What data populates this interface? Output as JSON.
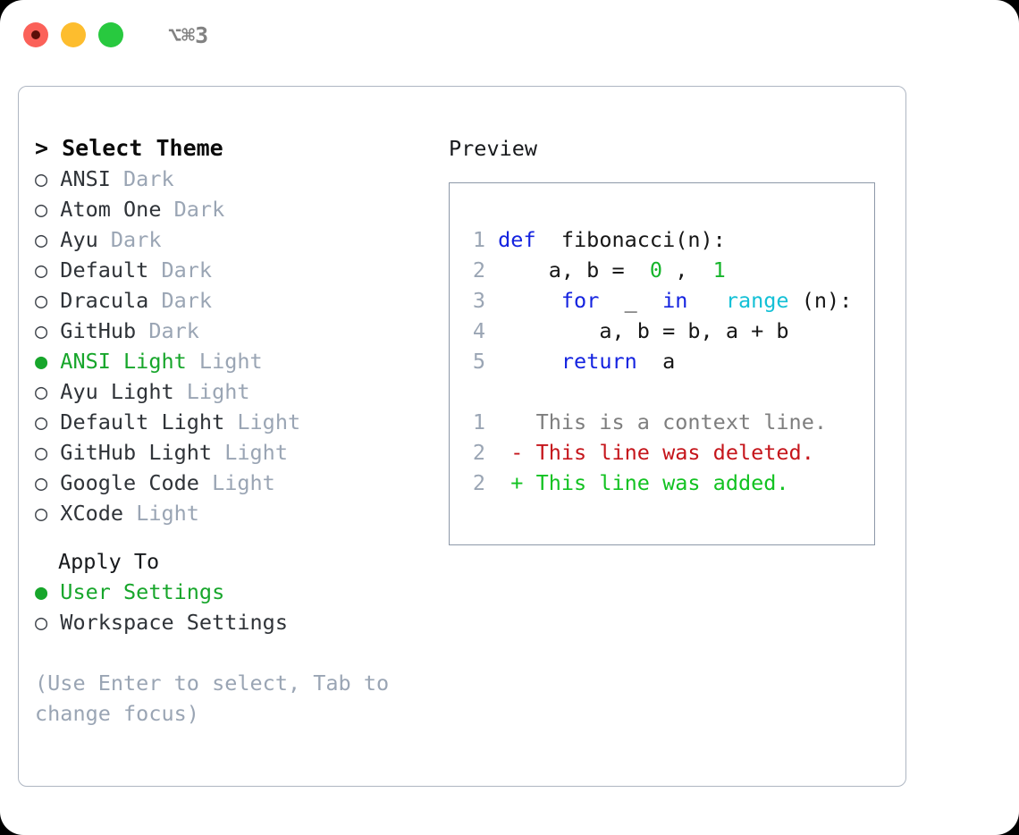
{
  "titlebar": {
    "shortcut": "⌥⌘3",
    "buttons": [
      {
        "name": "close",
        "color": "#fb6159"
      },
      {
        "name": "minimize",
        "color": "#fdbd2e"
      },
      {
        "name": "maximize",
        "color": "#28c93f"
      }
    ]
  },
  "theme_picker": {
    "header": "> Select Theme",
    "bullet_selected": "●",
    "bullet_unselected": "○",
    "items": [
      {
        "name": "ANSI",
        "kind": "Dark",
        "selected": false
      },
      {
        "name": "Atom One",
        "kind": "Dark",
        "selected": false
      },
      {
        "name": "Ayu",
        "kind": "Dark",
        "selected": false
      },
      {
        "name": "Default",
        "kind": "Dark",
        "selected": false
      },
      {
        "name": "Dracula",
        "kind": "Dark",
        "selected": false
      },
      {
        "name": "GitHub",
        "kind": "Dark",
        "selected": false
      },
      {
        "name": "ANSI Light",
        "kind": "Light",
        "selected": true
      },
      {
        "name": "Ayu Light",
        "kind": "Light",
        "selected": false
      },
      {
        "name": "Default Light",
        "kind": "Light",
        "selected": false
      },
      {
        "name": "GitHub Light",
        "kind": "Light",
        "selected": false
      },
      {
        "name": "Google Code",
        "kind": "Light",
        "selected": false
      },
      {
        "name": "XCode",
        "kind": "Light",
        "selected": false
      }
    ]
  },
  "apply_to": {
    "label": "Apply To",
    "options": [
      {
        "name": "User Settings",
        "selected": true
      },
      {
        "name": "Workspace Settings",
        "selected": false
      }
    ]
  },
  "hint": "(Use Enter to select, Tab to change focus)",
  "preview": {
    "title": "Preview",
    "code_lines": [
      {
        "num": "1",
        "tokens": [
          {
            "t": "def",
            "c": "kw"
          },
          {
            "t": " fibonacci(n):",
            "c": "plain"
          }
        ]
      },
      {
        "num": "2",
        "tokens": [
          {
            "t": "    a, b = ",
            "c": "plain"
          },
          {
            "t": "0",
            "c": "num"
          },
          {
            "t": ", ",
            "c": "plain"
          },
          {
            "t": "1",
            "c": "num"
          }
        ]
      },
      {
        "num": "3",
        "tokens": [
          {
            "t": "    ",
            "c": "plain"
          },
          {
            "t": "for",
            "c": "kw"
          },
          {
            "t": " _ ",
            "c": "plain"
          },
          {
            "t": "in",
            "c": "kw"
          },
          {
            "t": " ",
            "c": "plain"
          },
          {
            "t": "range",
            "c": "fn"
          },
          {
            "t": "(n):",
            "c": "plain"
          }
        ]
      },
      {
        "num": "4",
        "tokens": [
          {
            "t": "        a, b = b, a + b",
            "c": "plain"
          }
        ]
      },
      {
        "num": "5",
        "tokens": [
          {
            "t": "    ",
            "c": "plain"
          },
          {
            "t": "return",
            "c": "kw"
          },
          {
            "t": " a",
            "c": "plain"
          }
        ]
      }
    ],
    "diff_lines": [
      {
        "num": "1",
        "marker": "  ",
        "text": "This is a context line.",
        "kind": "ctx"
      },
      {
        "num": "2",
        "marker": "- ",
        "text": "This line was deleted.",
        "kind": "del"
      },
      {
        "num": "2",
        "marker": "+ ",
        "text": "This line was added.",
        "kind": "add"
      }
    ]
  },
  "colors": {
    "accent_green": "#17a62b",
    "muted": "#9aa5b4",
    "keyword_blue": "#1423e0",
    "function_cyan": "#13c0d6",
    "number_green": "#16b52b",
    "diff_delete": "#c5151b",
    "diff_add": "#12c221",
    "border": "#aeb6c2"
  }
}
